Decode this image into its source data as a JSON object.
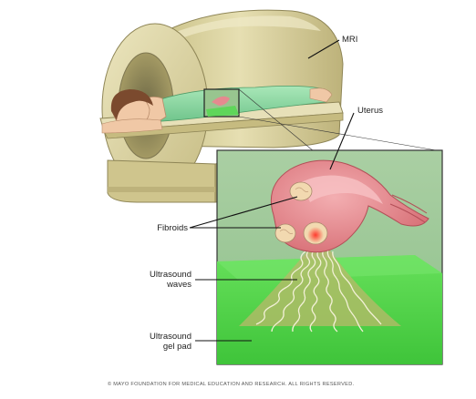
{
  "labels": {
    "mri": "MRI",
    "uterus": "Uterus",
    "fibroids": "Fibroids",
    "ultrasound_waves": [
      "Ultrasound",
      "waves"
    ],
    "gel_pad": [
      "Ultrasound",
      "gel pad"
    ]
  },
  "copyright": "© MAYO FOUNDATION FOR MEDICAL EDUCATION AND RESEARCH. ALL RIGHTS RESERVED.",
  "colors": {
    "mri_body": "#d9d19c",
    "mri_shadow": "#b7ad78",
    "inset_bg": "#9fc99a",
    "gel_pad": "#52d64a",
    "uterus": "#e58a8f",
    "fibroid": "#f2d9b0",
    "waves": "#c9c27a",
    "hospital_gown": "#8ed8a6"
  }
}
